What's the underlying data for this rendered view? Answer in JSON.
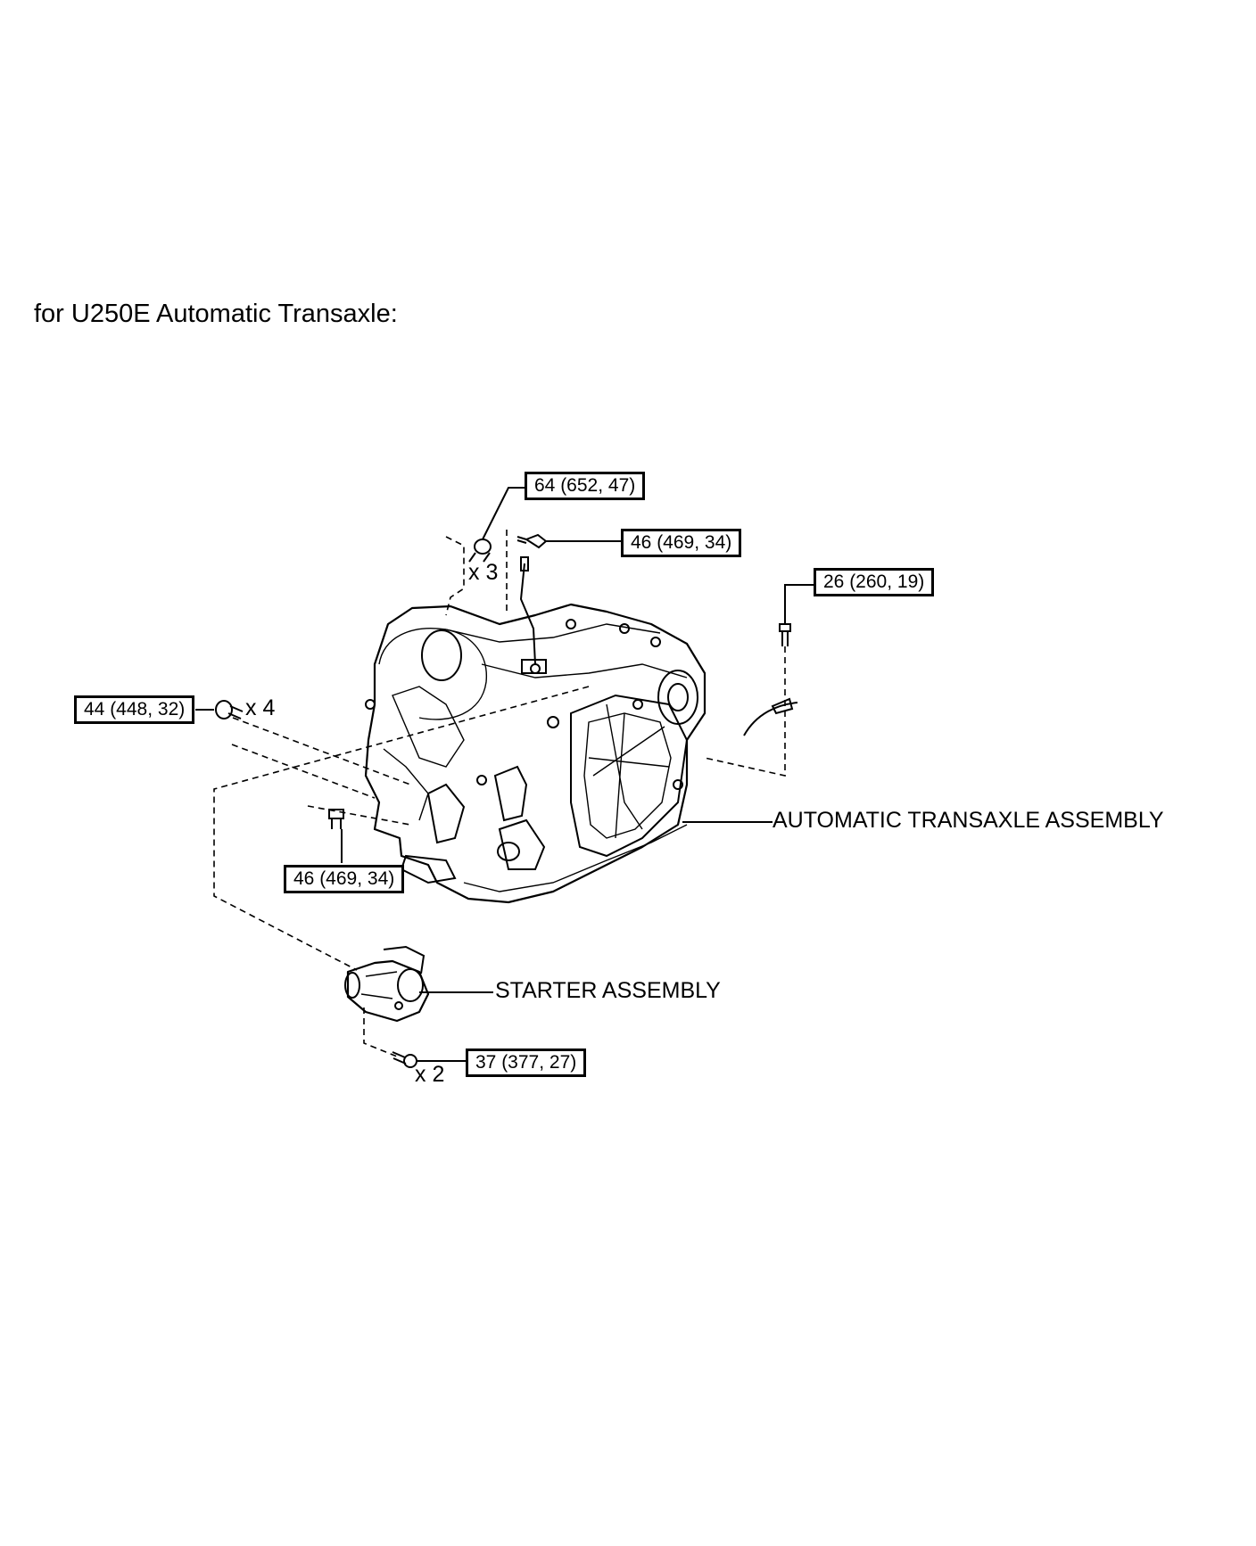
{
  "title": "for U250E Automatic Transaxle:",
  "torque_labels": {
    "t1": "64 (652, 47)",
    "t2": "46 (469, 34)",
    "t3": "26 (260, 19)",
    "t4": "44 (448, 32)",
    "t5": "46 (469, 34)",
    "t6": "37 (377, 27)"
  },
  "quantities": {
    "q1": "x 3",
    "q2": "x 4",
    "q3": "x 2"
  },
  "parts": {
    "transaxle": "AUTOMATIC TRANSAXLE ASSEMBLY",
    "starter": "STARTER ASSEMBLY"
  }
}
